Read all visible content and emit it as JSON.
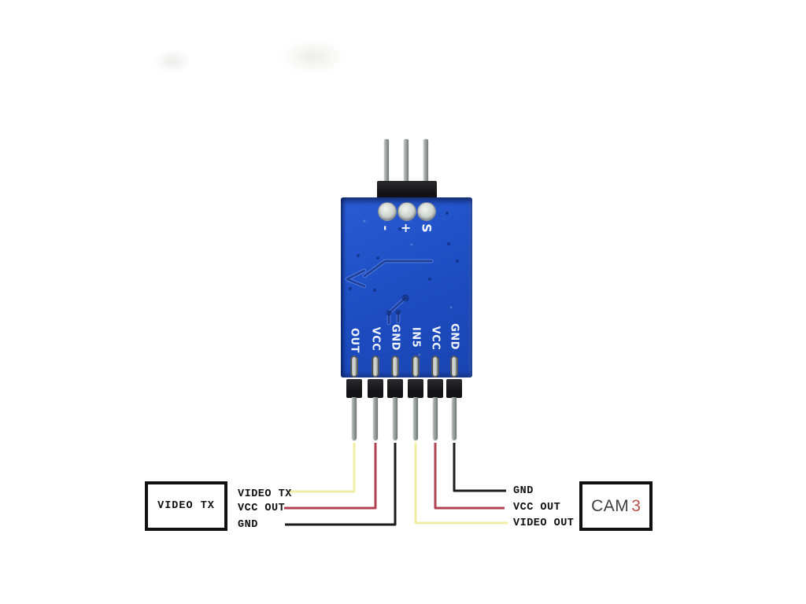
{
  "module": {
    "top_pads": [
      "-",
      "+",
      "S"
    ],
    "bottom_pins": [
      "OUT",
      "VCC",
      "GND",
      "IN5",
      "VCC",
      "GND"
    ],
    "pcb_color": "#1e4ec4",
    "silkscreen_color": "#ffffff"
  },
  "left_device": {
    "box_label": "VIDEO TX",
    "connections": [
      {
        "label": "VIDEO TX",
        "wire_color": "#f1eda2",
        "wire_color_name": "yellow",
        "module_pin": "OUT"
      },
      {
        "label": "VCC OUT",
        "wire_color": "#b04152",
        "wire_color_name": "red",
        "module_pin": "VCC"
      },
      {
        "label": "GND",
        "wire_color": "#1b1b1b",
        "wire_color_name": "black",
        "module_pin": "GND"
      }
    ]
  },
  "right_device": {
    "box_label_text": "CAM",
    "box_label_number": "3",
    "number_color": "#b5514e",
    "connections": [
      {
        "label": "GND",
        "wire_color": "#1b1b1b",
        "wire_color_name": "black",
        "module_pin": "GND"
      },
      {
        "label": "VCC OUT",
        "wire_color": "#b04152",
        "wire_color_name": "red",
        "module_pin": "VCC"
      },
      {
        "label": "VIDEO OUT",
        "wire_color": "#f1eda2",
        "wire_color_name": "yellow",
        "module_pin": "IN5"
      }
    ]
  }
}
